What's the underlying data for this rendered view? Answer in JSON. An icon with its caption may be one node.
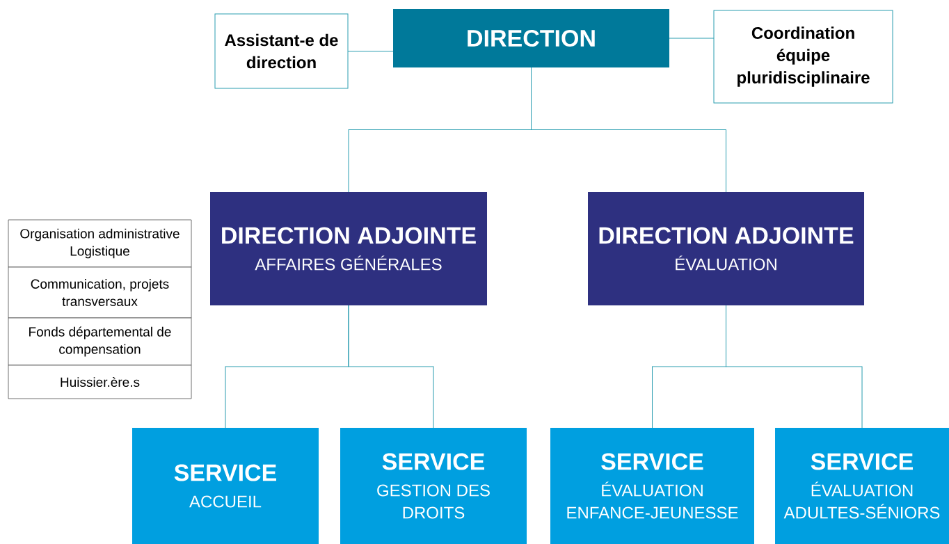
{
  "diagram": {
    "nodes": [
      {
        "text": [
          "DIRECTION"
        ]
      },
      {
        "text": [
          "Assistant-e de direction"
        ]
      },
      {
        "text": [
          "Coordination équipe pluridisciplinaire"
        ]
      },
      {
        "text": [
          "DIRECTION ADJOINTE",
          "AFFAIRES GÉNÉRALES"
        ]
      },
      {
        "text": [
          "DIRECTION ADJOINTE",
          "ÉVALUATION"
        ]
      },
      {
        "text": [
          "Organisation administrative Logistique"
        ]
      },
      {
        "text": [
          "Communication, projets transversaux"
        ]
      },
      {
        "text": [
          "Fonds départemental de compensation"
        ]
      },
      {
        "text": [
          "Huissier.ère.s"
        ]
      },
      {
        "text": [
          "SERVICE",
          "ACCUEIL"
        ]
      },
      {
        "text": [
          "SERVICE",
          "GESTION DES DROITS"
        ]
      },
      {
        "text": [
          "SERVICE",
          "ÉVALUATION ENFANCE-JEUNESSE"
        ]
      },
      {
        "text": [
          "SERVICE",
          "ÉVALUATION ADULTES-SÉNIORS"
        ]
      }
    ],
    "edges": [
      {
        "from": 0,
        "to": 1,
        "arrow": "none"
      },
      {
        "from": 0,
        "to": 2,
        "arrow": "none"
      },
      {
        "from": 0,
        "to": 3,
        "arrow": "none"
      },
      {
        "from": 0,
        "to": 4,
        "arrow": "none"
      },
      {
        "from": 3,
        "to": 9,
        "arrow": "none"
      },
      {
        "from": 3,
        "to": 10,
        "arrow": "none"
      },
      {
        "from": 4,
        "to": 11,
        "arrow": "none"
      },
      {
        "from": 4,
        "to": 12,
        "arrow": "none"
      }
    ]
  }
}
